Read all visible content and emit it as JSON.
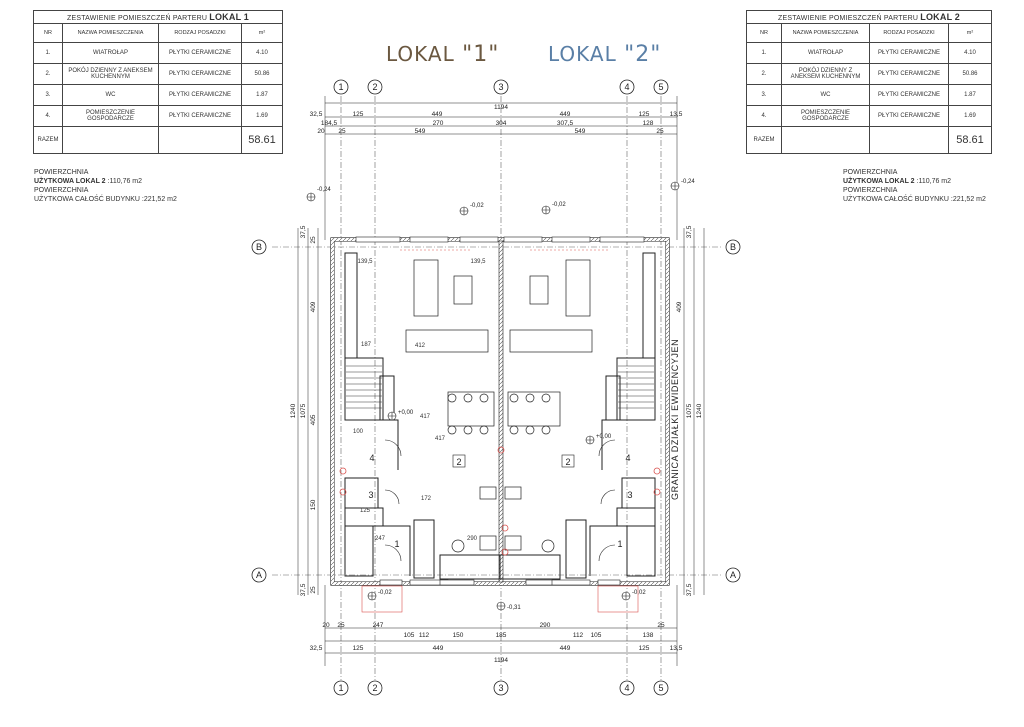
{
  "tables": [
    {
      "title_prefix": "ZESTAWIENIE POMIESZCZEŃ PARTERU",
      "title_bold": "LOKAL 1",
      "headers": [
        "NR",
        "NAZWA POMIESZCZENIA",
        "RODZAJ POSADZKI",
        "m²"
      ],
      "rows": [
        {
          "nr": "1.",
          "name": "WIATROŁAP",
          "floor": "PŁYTKI CERAMICZNE",
          "area": "4.10"
        },
        {
          "nr": "2.",
          "name": "POKÓJ DZIENNY Z ANEKSEM KUCHENNYM",
          "floor": "PŁYTKI CERAMICZNE",
          "area": "50.86"
        },
        {
          "nr": "3.",
          "name": "WC",
          "floor": "PŁYTKI CERAMICZNE",
          "area": "1.87"
        },
        {
          "nr": "4.",
          "name": "POMIESZCZENIE GOSPODARCZE",
          "floor": "PŁYTKI CERAMICZNE",
          "area": "1.69"
        }
      ],
      "total_label": "RAZEM",
      "total": "58.61"
    },
    {
      "title_prefix": "ZESTAWIENIE POMIESZCZEŃ PARTERU",
      "title_bold": "LOKAL 2",
      "headers": [
        "NR",
        "NAZWA POMIESZCZENIA",
        "RODZAJ POSADZKI",
        "m²"
      ],
      "rows": [
        {
          "nr": "1.",
          "name": "WIATROŁAP",
          "floor": "PŁYTKI CERAMICZNE",
          "area": "4.10"
        },
        {
          "nr": "2.",
          "name": "POKÓJ DZIENNY Z ANEKSEM KUCHENNYM",
          "floor": "PŁYTKI CERAMICZNE",
          "area": "50.86"
        },
        {
          "nr": "3.",
          "name": "WC",
          "floor": "PŁYTKI CERAMICZNE",
          "area": "1.87"
        },
        {
          "nr": "4.",
          "name": "POMIESZCZENIE GOSPODARCZE",
          "floor": "PŁYTKI CERAMICZNE",
          "area": "1.69"
        }
      ],
      "total_label": "RAZEM",
      "total": "58.61"
    }
  ],
  "area_notes": [
    {
      "line1": "POWIERZCHNIA",
      "line2_label": "UŻYTKOWA LOKAL 2",
      "line2_value": ":110,76 m2",
      "line3": "POWIERZCHNIA",
      "line4": "UŻYTKOWA CAŁOŚĆ BUDYNKU :221,52 m2"
    },
    {
      "line1": "POWIERZCHNIA",
      "line2_label": "UŻYTKOWA LOKAL 2",
      "line2_value": ":110,76 m2",
      "line3": "POWIERZCHNIA",
      "line4": "UŻYTKOWA CAŁOŚĆ BUDYNKU :221,52 m2"
    }
  ],
  "lokal_titles": [
    {
      "word": "LOKAL",
      "num": "\"1\"",
      "color": "#6b5840"
    },
    {
      "word": "LOKAL",
      "num": "\"2\"",
      "color": "#5a7fa6"
    }
  ],
  "axes": {
    "vertical": [
      "1",
      "2",
      "3",
      "4",
      "5"
    ],
    "horizontal": [
      "A",
      "B"
    ]
  },
  "dims_top": {
    "row1": [
      "32,5",
      "125",
      "449",
      "1194",
      "449",
      "125",
      "13,5"
    ],
    "row2": [
      "184,5",
      "270",
      "304",
      "307,5",
      "128"
    ],
    "row3": [
      "20",
      "25",
      "549",
      "549",
      "25"
    ]
  },
  "dims_bottom": {
    "row1": [
      "20",
      "25",
      "247",
      "105",
      "112",
      "150",
      "185",
      "290",
      "112",
      "105",
      "138",
      "25"
    ],
    "row2": [
      "32,5",
      "125",
      "449",
      "449",
      "125",
      "13,5"
    ],
    "total": "1194"
  },
  "dims_side": [
    "37,5",
    "25",
    "409",
    "1075",
    "1240",
    "405",
    "150",
    "37,5",
    "25"
  ],
  "level_marks": [
    "-0,24",
    "-0,02",
    "-0,02",
    "-0,24",
    "+0,00",
    "+0,00",
    "-0,02",
    "-0,31",
    "-0,02"
  ],
  "room_numbers": [
    "1",
    "2",
    "3",
    "4",
    "1",
    "2",
    "3",
    "4"
  ],
  "interior_dims": [
    "139,5",
    "139,5",
    "187",
    "412",
    "417",
    "417",
    "172",
    "247",
    "290",
    "125",
    "100"
  ],
  "boundary_label": "GRANICA DZIAŁKI EWIDENCYJEN",
  "colors": {
    "line": "#222222",
    "wall": "#333333",
    "red_note": "#d9534f",
    "lokal1": "#6b5840",
    "lokal2": "#5a7fa6"
  }
}
